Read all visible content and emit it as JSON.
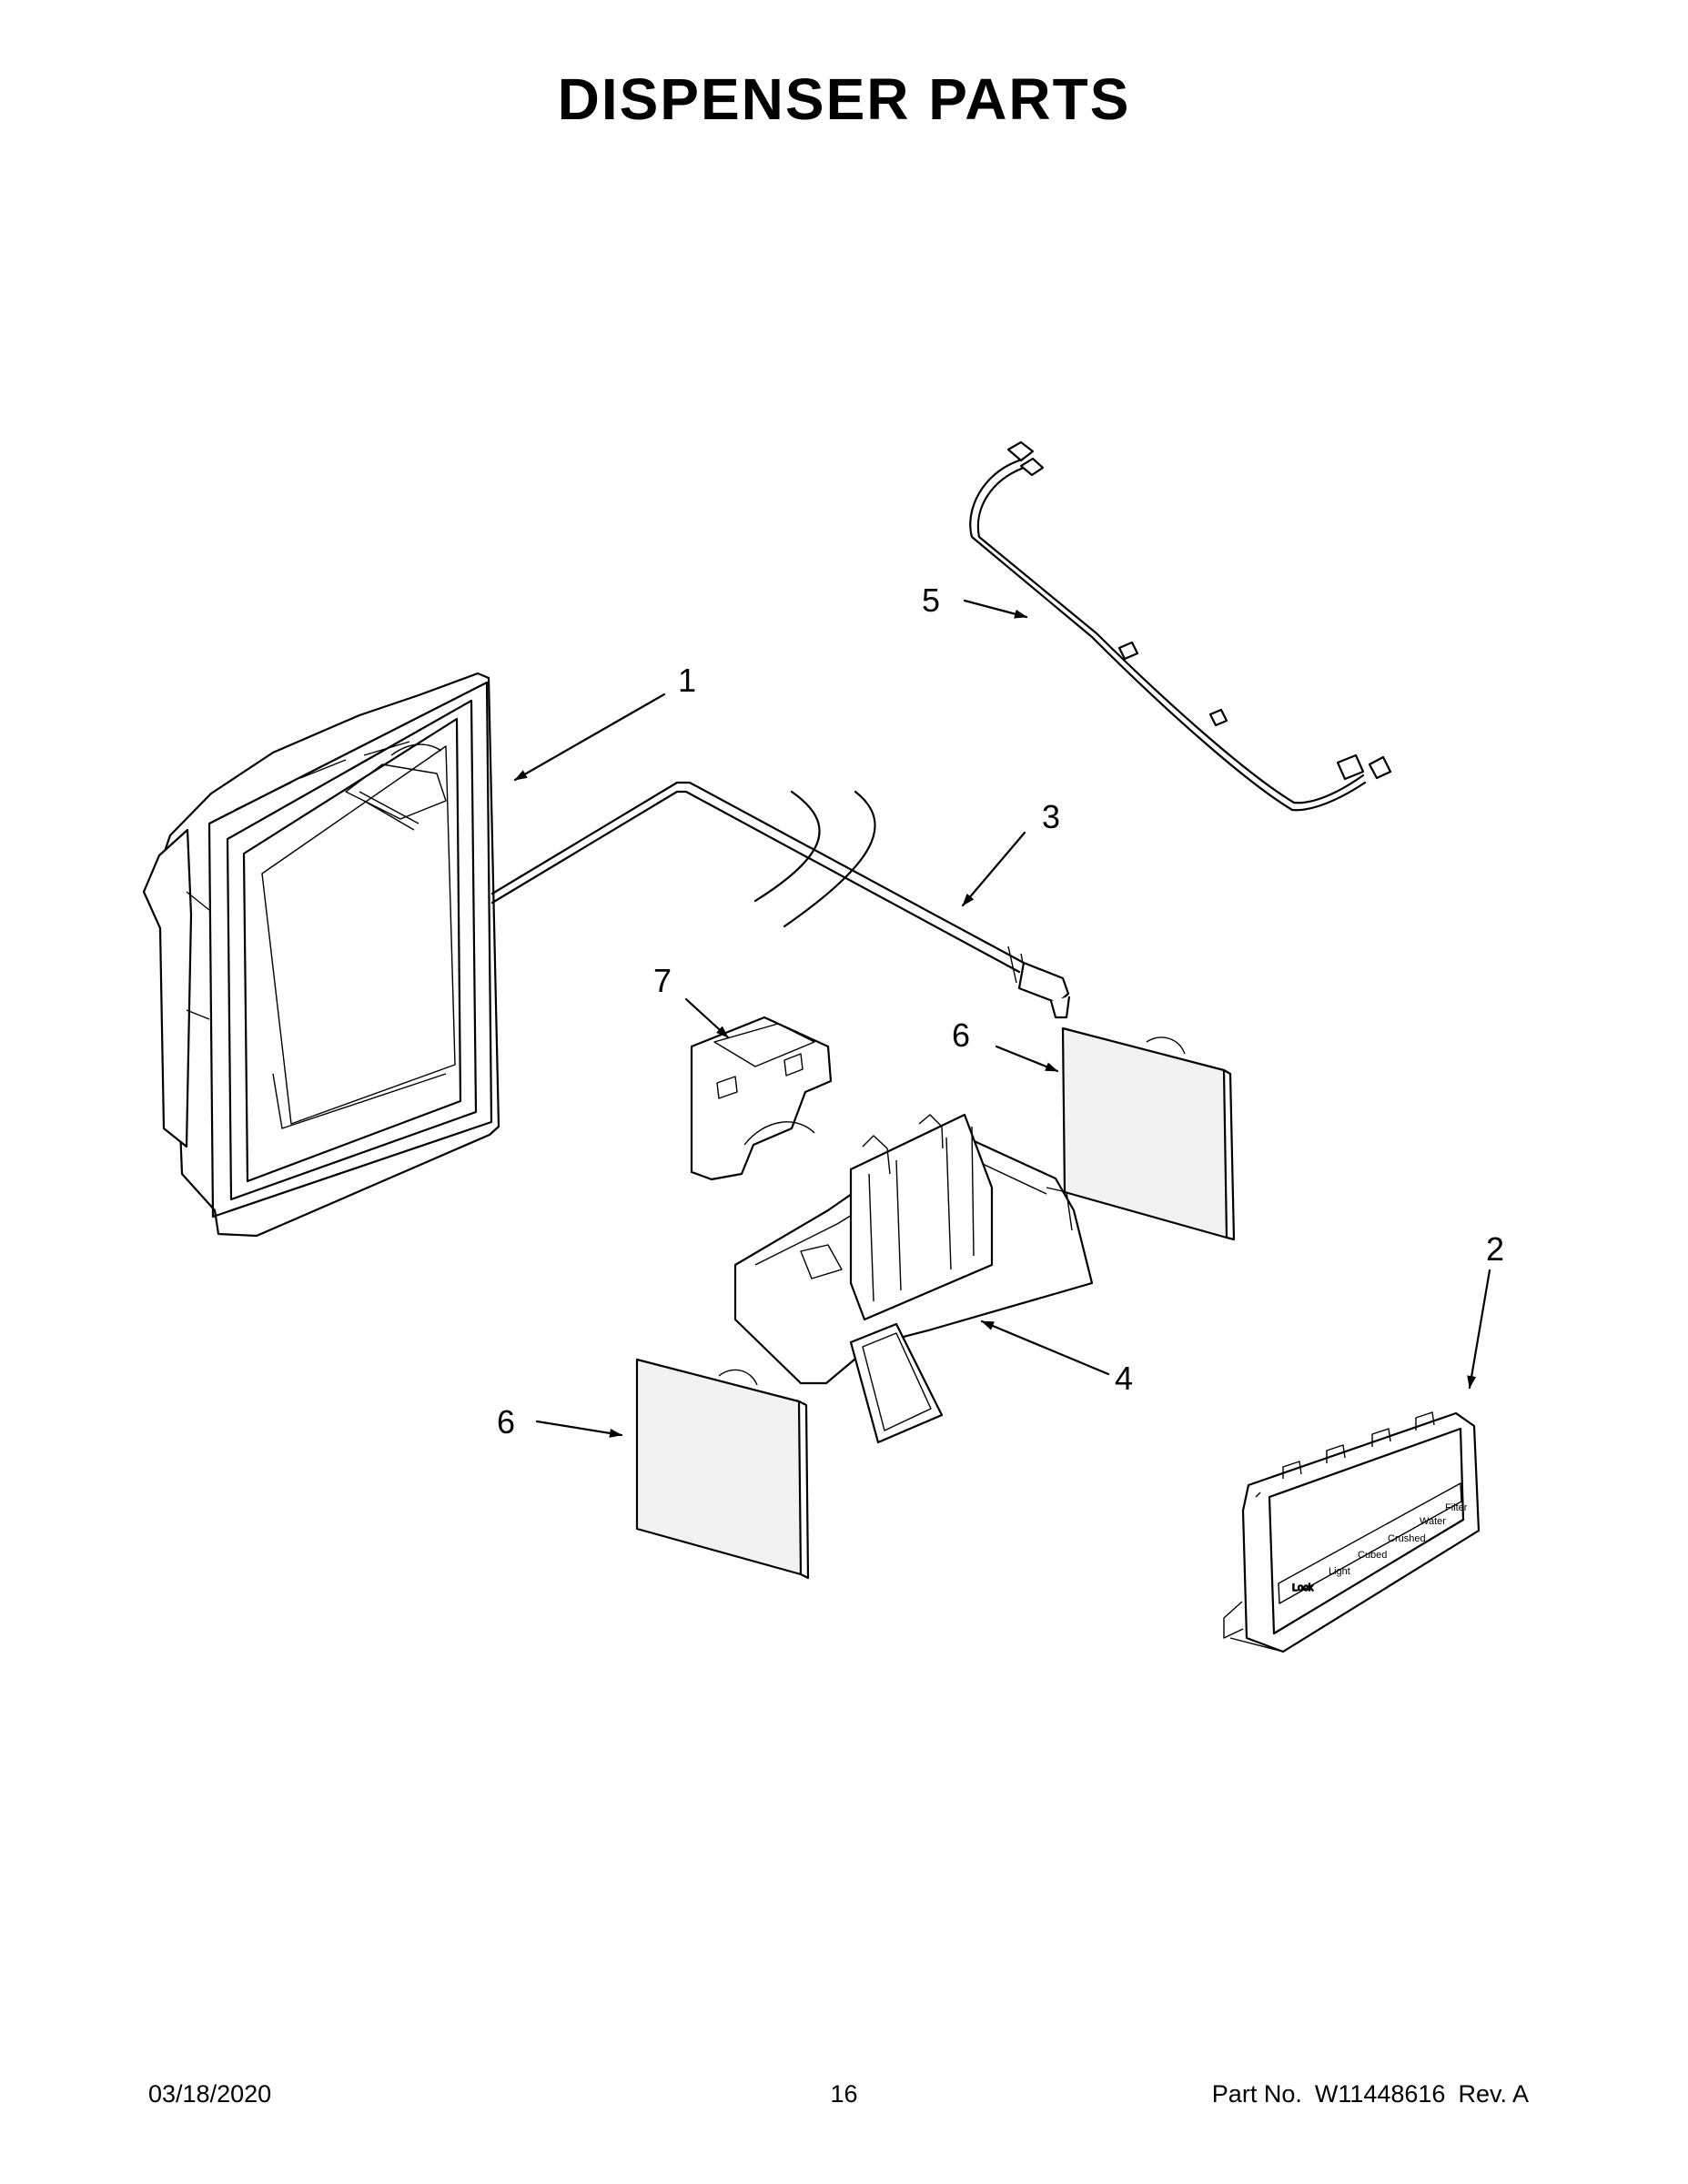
{
  "title": "DISPENSER PARTS",
  "callouts": {
    "c1": "1",
    "c2": "2",
    "c3": "3",
    "c4": "4",
    "c5": "5",
    "c6a": "6",
    "c6b": "6",
    "c7": "7"
  },
  "control_panel_labels": [
    "Lock",
    "Light",
    "Cubed",
    "Crushed",
    "Water",
    "Filter"
  ],
  "footer": {
    "date": "03/18/2020",
    "page": "16",
    "part_no_label": "Part No.",
    "part_no": "W11448616",
    "rev": "Rev. A"
  }
}
